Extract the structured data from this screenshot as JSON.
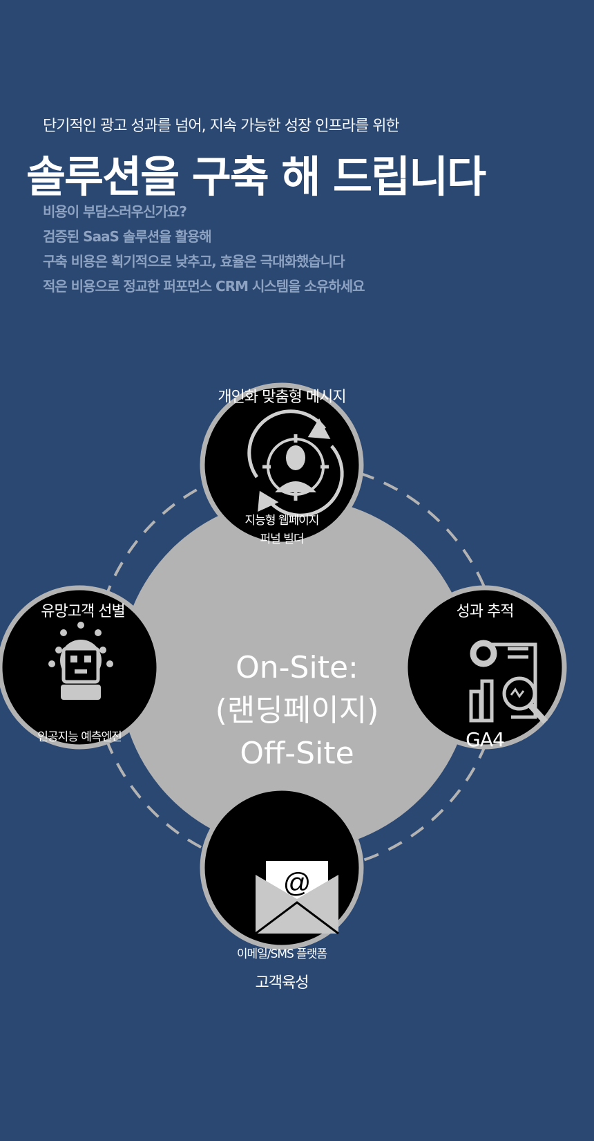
{
  "header": {
    "kicker": "단기적인 광고 성과를 넘어, 지속 가능한 성장 인프라를 위한",
    "title": "솔루션을 구축 해 드립니다",
    "body_lines": [
      "비용이 부담스러우신가요?",
      "검증된 SaaS 솔루션을 활용해",
      "구축 비용은 획기적으로 낮추고, 효율은 극대화했습니다",
      "적은 비용으로 정교한 퍼포먼스 CRM 시스템을 소유하세요"
    ]
  },
  "center": {
    "lines": [
      "On-Site:",
      "(랜딩페이지)",
      "Off-Site"
    ]
  },
  "nodes": {
    "top": {
      "label": "개인화 맞춤형 메시지",
      "inner": [
        "지능형 웹페이지",
        "퍼널 빌더"
      ],
      "icon": "target-user-icon"
    },
    "left": {
      "label": "유망고객 선별",
      "inner": [
        "인공지능 예측엔진"
      ],
      "icon": "ai-robot-icon"
    },
    "right": {
      "label": "성과 추적",
      "inner": [
        "GA4"
      ],
      "icon": "analytics-report-icon"
    },
    "bottom": {
      "label": "고객육성",
      "inner": [
        "이메일/SMS 플랫폼"
      ],
      "icon": "email-envelope-icon"
    }
  },
  "colors": {
    "background": "#2b4872",
    "center_circle": "#b3b3b3",
    "node_fill": "#000000",
    "node_border": "#b3b3b3",
    "muted_text": "#8ea2c2"
  }
}
